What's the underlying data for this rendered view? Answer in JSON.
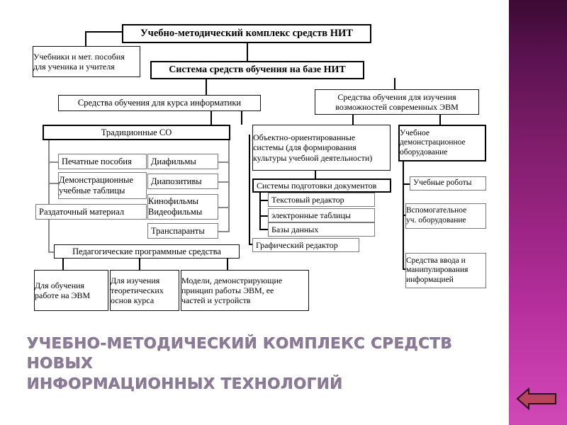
{
  "slide": {
    "title_line1": "Учебно-методический комплекс средств новых",
    "title_line2": "информационных технологий",
    "title_color": "#8b7b96",
    "background_color": "#ffffff",
    "band_color_top": "#3c0a33",
    "band_color_bottom": "#cf48b6",
    "arrow_fill": "#b8455c",
    "arrow_stroke": "#2a0a20",
    "arrow_direction": "left"
  },
  "diagram": {
    "root": "Учебно-методический комплекс средств НИТ",
    "boxes": [
      {
        "id": "b01",
        "text": "Учебно-методический комплекс средств НИТ"
      },
      {
        "id": "b02",
        "text_line1": "Учебники и мет. пособия",
        "text_line2": "для ученика и учителя"
      },
      {
        "id": "b03",
        "text": "Система средств обучения на базе НИТ"
      },
      {
        "id": "b04",
        "text": "Средства обучения для курса информатики"
      },
      {
        "id": "b05",
        "text_line1": "Средства обучения для изучения",
        "text_line2": "возможностей современных ЭВМ"
      },
      {
        "id": "b06",
        "text": "Традиционные СО"
      },
      {
        "id": "b07",
        "text": "Печатные пособия"
      },
      {
        "id": "b08",
        "text_line1": "Демонстрационные",
        "text_line2": "учебные таблицы"
      },
      {
        "id": "b09",
        "text": "Раздаточный материал"
      },
      {
        "id": "b10",
        "text": "Диафильмы"
      },
      {
        "id": "b11",
        "text": "Диапозитивы"
      },
      {
        "id": "b12",
        "text_line1": "Кинофильмы",
        "text_line2": "Видеофильмы"
      },
      {
        "id": "b13",
        "text": "Транспаранты"
      },
      {
        "id": "b14",
        "text": "Педагогические программные средства"
      },
      {
        "id": "b15",
        "text_line1": "Для обучения",
        "text_line2": "работе на ЭВМ"
      },
      {
        "id": "b16",
        "text_line1": "Для изучения",
        "text_line2": "теоретических",
        "text_line3": "основ курса"
      },
      {
        "id": "b17",
        "text_line1": "Модели, демонстрирующие",
        "text_line2": "принцип работы ЭВМ, ее",
        "text_line3": "частей и устройств"
      },
      {
        "id": "b18",
        "text_line1": "Объектно-ориентированные",
        "text_line2": "системы (для формирования",
        "text_line3": "культуры учебной деятельности)"
      },
      {
        "id": "b19",
        "text": "Системы подготовки документов"
      },
      {
        "id": "b20",
        "text": "Текстовый редактор"
      },
      {
        "id": "b21",
        "text": "электронные таблицы"
      },
      {
        "id": "b22",
        "text": "Базы данных"
      },
      {
        "id": "b23",
        "text": "Графический редактор"
      },
      {
        "id": "b24",
        "text_line1": "Учебное",
        "text_line2": "демонстрационное",
        "text_line3": "оборудование"
      },
      {
        "id": "b25",
        "text": "Учебные роботы"
      },
      {
        "id": "b26",
        "text_line1": "Вспомогательное",
        "text_line2": "уч. оборудование"
      },
      {
        "id": "b27",
        "text_line1": "Средства ввода и",
        "text_line2": "манипулирования",
        "text_line3": "информацией"
      }
    ]
  }
}
